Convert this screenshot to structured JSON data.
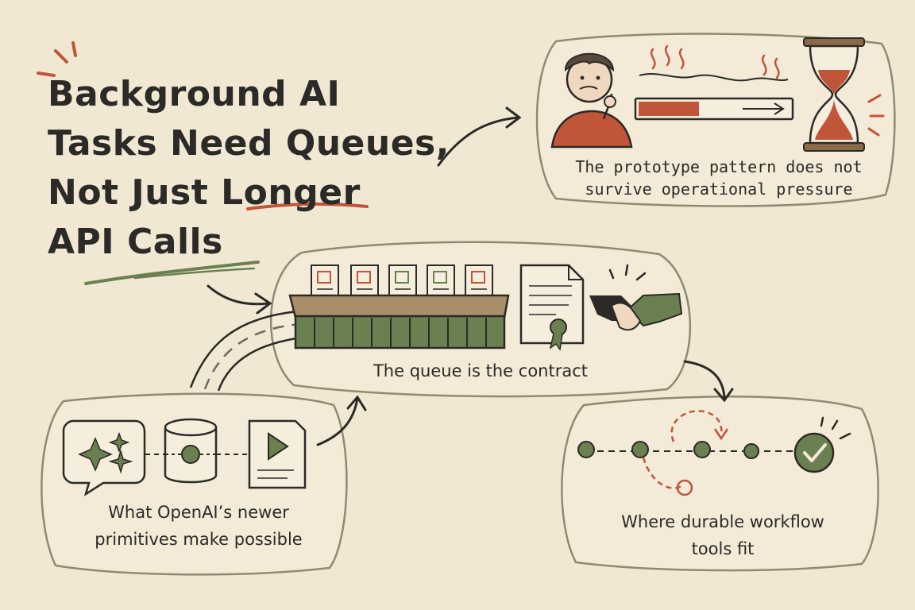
{
  "title": {
    "line1": "Background AI",
    "line2": "Tasks Need Queues,",
    "line3": "Not Just Longer",
    "line4": "API Calls"
  },
  "panels": {
    "pressure": {
      "caption_line1": "The prototype pattern does not",
      "caption_line2": "survive operational pressure"
    },
    "queue": {
      "caption": "The queue is the contract"
    },
    "primitives": {
      "caption_line1": "What OpenAI’s newer",
      "caption_line2": "primitives make possible"
    },
    "workflow": {
      "caption_line1": "Where durable workflow",
      "caption_line2": "tools fit"
    }
  },
  "colors": {
    "background": "#f1e8d4",
    "ink": "#2b2a26",
    "accent_red": "#c0553a",
    "accent_green": "#6b8050",
    "panel_stroke": "#8f8a72"
  }
}
